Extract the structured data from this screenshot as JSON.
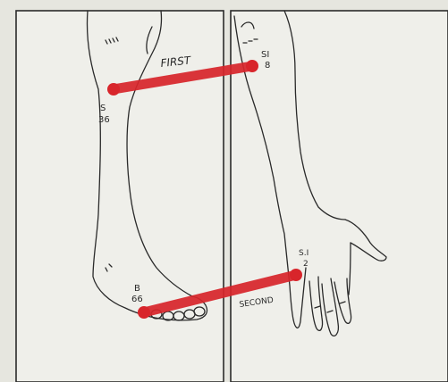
{
  "colors": {
    "paper": "#ecece6",
    "panel": "#efefea",
    "ink": "#2a2a2a",
    "line": "#d8252b",
    "dot": "#d8252b"
  },
  "connections": [
    {
      "name": "first",
      "label": "FIRST"
    },
    {
      "name": "second",
      "label": "SECOND"
    }
  ],
  "points": [
    {
      "name": "s36",
      "code": "S",
      "number": "36"
    },
    {
      "name": "si8",
      "code": "SI",
      "number": "8"
    },
    {
      "name": "b66",
      "code": "B",
      "number": "66"
    },
    {
      "name": "si2",
      "code": "S.I",
      "number": "2"
    }
  ]
}
